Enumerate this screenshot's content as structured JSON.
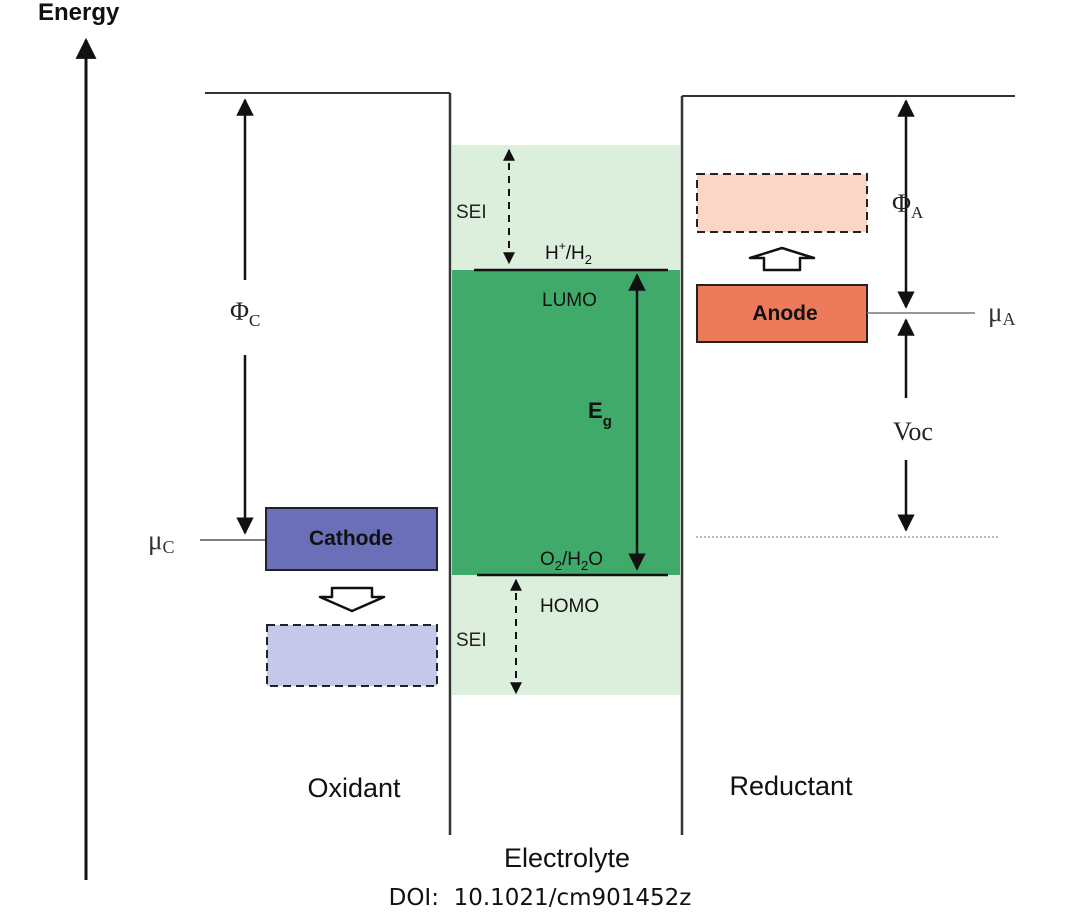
{
  "axis": {
    "label": "Energy"
  },
  "regions": {
    "oxidant": "Oxidant",
    "electrolyte": "Electrolyte",
    "reductant": "Reductant"
  },
  "electrodes": {
    "cathode": {
      "label": "Cathode",
      "potential": {
        "sym": "μ",
        "sub": "C"
      },
      "work_function": {
        "sym": "Φ",
        "sub": "C"
      }
    },
    "anode": {
      "label": "Anode",
      "potential": {
        "sym": "μ",
        "sub": "A"
      },
      "work_function": {
        "sym": "Φ",
        "sub": "A"
      }
    }
  },
  "electrolyte_levels": {
    "lumo": "LUMO",
    "homo": "HOMO",
    "upper_couple": {
      "a": "H",
      "a_sup": "+",
      "b": "/H",
      "b_sub": "2"
    },
    "lower_couple": {
      "a": "O",
      "a_sub": "2",
      "b": "/H",
      "b_sub": "2",
      "c": "O"
    },
    "gap": {
      "sym": "E",
      "sub": "g"
    },
    "sei_top": "SEI",
    "sei_bottom": "SEI"
  },
  "voltage": "Voc",
  "doi": "DOI:  10.1021/cm901452z",
  "colors": {
    "electrolyte_gap": "#3faa6a",
    "electrolyte_sei": "#dcefdd",
    "cathode": "#6a6fb8",
    "cathode_shift": "#c5c8ea",
    "anode": "#ee7a5c",
    "anode_shift": "#fad6c7"
  }
}
